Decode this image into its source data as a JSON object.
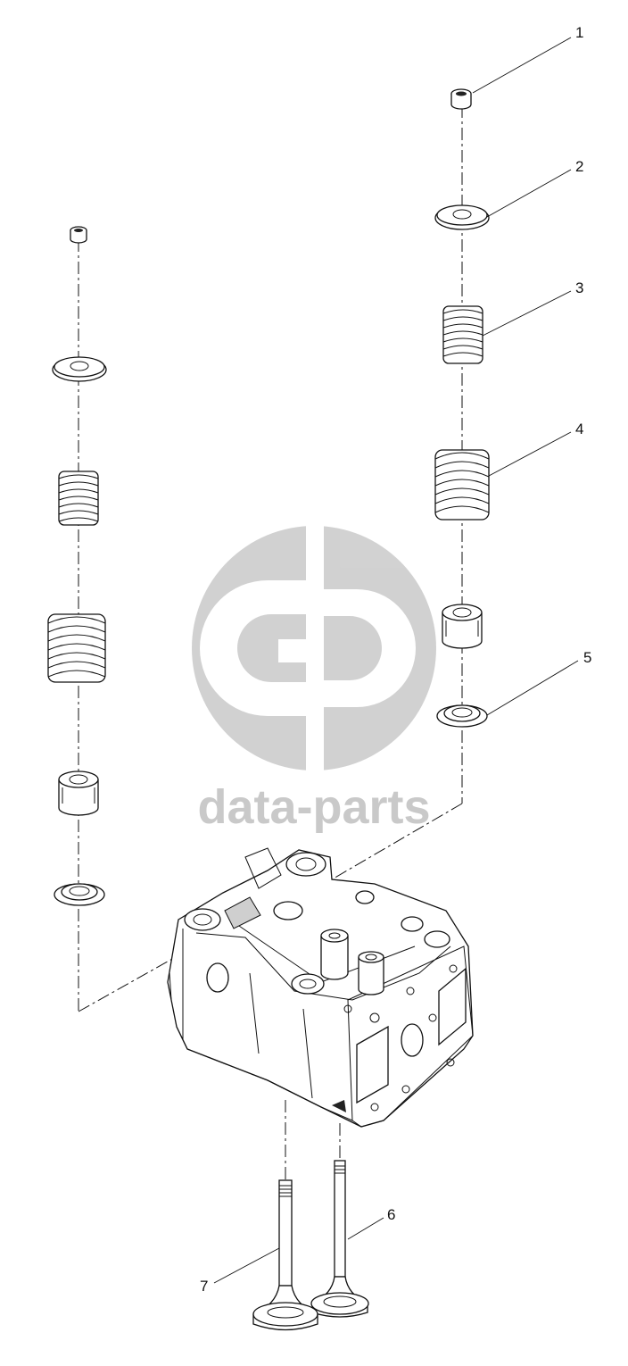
{
  "callouts": [
    {
      "id": "1",
      "label": "1"
    },
    {
      "id": "2",
      "label": "2"
    },
    {
      "id": "3",
      "label": "3"
    },
    {
      "id": "4",
      "label": "4"
    },
    {
      "id": "5",
      "label": "5"
    },
    {
      "id": "6",
      "label": "6"
    },
    {
      "id": "7",
      "label": "7"
    }
  ],
  "watermark": {
    "text": "data-parts",
    "color": "#c9c9c9"
  },
  "colors": {
    "line": "#111111",
    "watermark": "#c9c9c9",
    "background": "#ffffff"
  }
}
